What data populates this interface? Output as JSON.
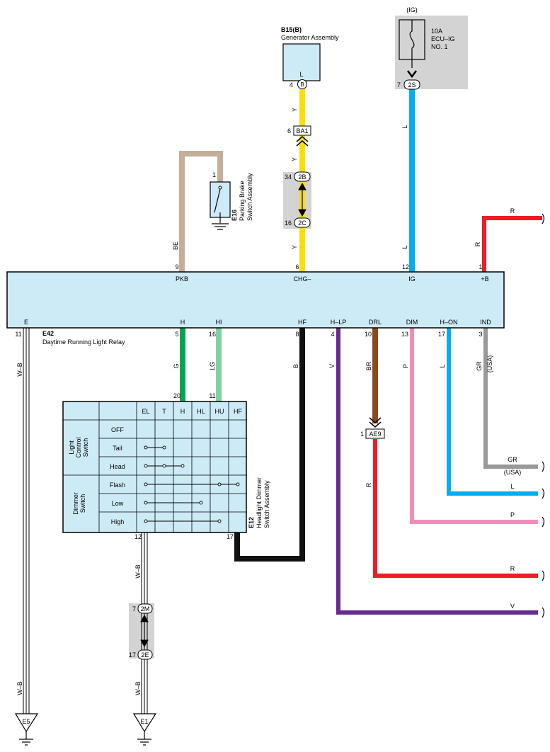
{
  "colors": {
    "relay_fill": "#cdeaf7",
    "gray_box": "#d3d3d3",
    "wire_Y": "#ffdd00",
    "wire_L": "#00aeef",
    "wire_R": "#ee1c25",
    "wire_BE": "#c3ae98",
    "wire_G": "#00a650",
    "wire_LG": "#7fd1a0",
    "wire_B": "#111111",
    "wire_V": "#6a2b91",
    "wire_BR": "#8b4a1f",
    "wire_P": "#f28dbb",
    "wire_GR": "#999999"
  },
  "fuse": {
    "top_label": "(IG)",
    "rating": "10A",
    "name_line1": "ECU–IG",
    "name_line2": "NO. 1",
    "pin": "7",
    "connector": "2S"
  },
  "generator": {
    "code": "B15(B)",
    "name": "Generator Assembly",
    "terminal": "L",
    "pin": "4",
    "connector": "B"
  },
  "connectors": {
    "ba1": {
      "pin": "6",
      "id": "BA1"
    },
    "j2b": {
      "pin": "34",
      "id": "2B"
    },
    "j2c": {
      "pin": "16",
      "id": "2C"
    },
    "j2m": {
      "pin": "7",
      "id": "2M"
    },
    "j2e": {
      "pin": "17",
      "id": "2E"
    },
    "ae9": {
      "pin": "1",
      "id": "AE9"
    }
  },
  "parking_brake": {
    "code": "E16",
    "name_line1": "Parking Brake",
    "name_line2": "Switch Assembly",
    "pin": "1"
  },
  "relay": {
    "code": "E42",
    "name": "Daytime Running Light Relay",
    "top_terminals": [
      {
        "pin": "9",
        "label": "PKB"
      },
      {
        "pin": "6",
        "label": "CHG–"
      },
      {
        "pin": "12",
        "label": "IG"
      },
      {
        "pin": "1",
        "label": "+B"
      }
    ],
    "bottom_terminals": [
      {
        "pin": "11",
        "label": "E"
      },
      {
        "pin": "5",
        "label": "H"
      },
      {
        "pin": "16",
        "label": "HI"
      },
      {
        "pin": "8",
        "label": "HF"
      },
      {
        "pin": "4",
        "label": "H–LP"
      },
      {
        "pin": "10",
        "label": "DRL"
      },
      {
        "pin": "13",
        "label": "DIM"
      },
      {
        "pin": "17",
        "label": "H–ON"
      },
      {
        "pin": "3",
        "label": "IND"
      }
    ]
  },
  "wire_labels": {
    "y1": "Y",
    "y2": "Y",
    "y3": "Y",
    "l_top1": "L",
    "l_top2": "L",
    "be": "BE",
    "r_top1": "R",
    "r_top2": "R",
    "wb_left": "W–B",
    "wb_left2": "W–B",
    "g": "G",
    "lg": "LG",
    "b": "B",
    "v": "V",
    "br": "BR",
    "p": "P",
    "l_hon": "L",
    "gr": "GR",
    "gr_usa": "(USA)",
    "r_ae9": "R",
    "wb_mid1": "W–B",
    "wb_mid2": "W–B",
    "out_gr": "GR",
    "out_gr_usa": "(USA)",
    "out_l": "L",
    "out_p": "P",
    "out_r": "R",
    "out_v": "V"
  },
  "dimmer_switch": {
    "code": "E12",
    "name_line1": "Headlight Dimmer",
    "name_line2": "Switch Assembly",
    "columns": [
      "EL",
      "T",
      "H",
      "HL",
      "HU",
      "HF"
    ],
    "group1": {
      "line1": "Light",
      "line2": "Control",
      "line3": "Switch",
      "rows": [
        "OFF",
        "Tail",
        "Head"
      ]
    },
    "group2": {
      "line1": "Dimmer",
      "line2": "Switch",
      "rows": [
        "Flash",
        "Low",
        "High"
      ]
    },
    "pin_top_h": "20",
    "pin_top_hu": "11",
    "pin_bottom_left": "12",
    "pin_bottom_right": "17"
  },
  "grounds": {
    "e5": "E5",
    "e1": "E1"
  }
}
